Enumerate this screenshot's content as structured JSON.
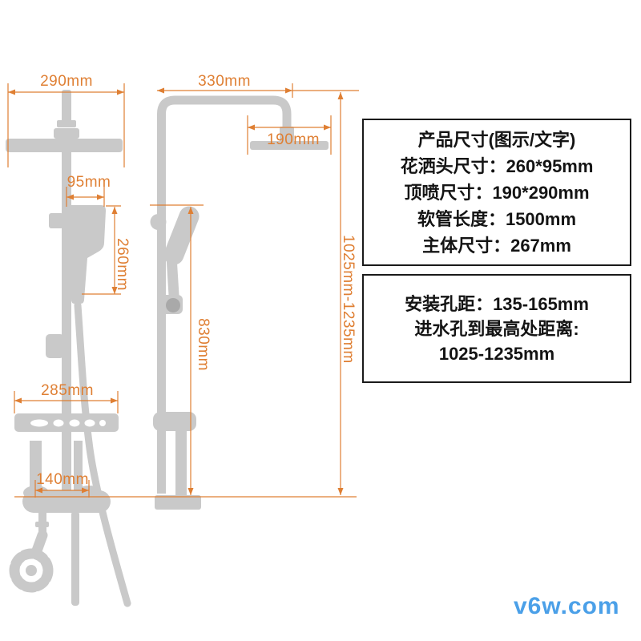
{
  "colors": {
    "dimension_orange": "#DF7F33",
    "silhouette_grey": "#C9C9C9",
    "silhouette_dark_grey": "#A9A9A9",
    "box_border": "#1a1a1a",
    "text_black": "#141414",
    "watermark_blue": "#4BA0E8"
  },
  "dimensions": {
    "d290": "290mm",
    "d330": "330mm",
    "d190": "190mm",
    "d95": "95mm",
    "d260": "260mm",
    "d830": "830mm",
    "d1025": "1025mm-1235mm",
    "d285": "285mm",
    "d140": "140mm"
  },
  "spec_box1": {
    "title": "产品尺寸(图示/文字)",
    "lines": [
      "花洒头尺寸：260*95mm",
      "顶喷尺寸：190*290mm",
      "软管长度：1500mm",
      "主体尺寸：267mm"
    ]
  },
  "spec_box2": {
    "lines": [
      "安装孔距：135-165mm",
      "进水孔到最高处距离:",
      "1025-1235mm"
    ]
  },
  "watermark": "v6w.com"
}
